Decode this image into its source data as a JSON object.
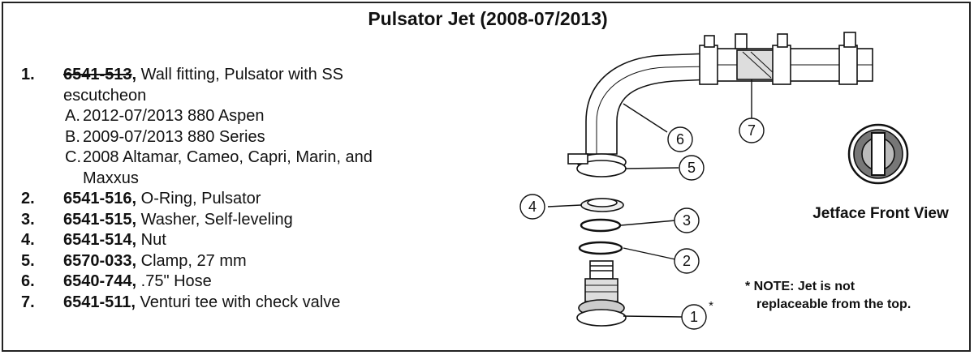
{
  "title": "Pulsator Jet (2008-07/2013)",
  "parts": [
    {
      "num": "1.",
      "pn": "6541-513",
      "pn_struck": true,
      "sep": ",",
      "desc": " Wall fitting, Pulsator with SS escutcheon",
      "subs": [
        {
          "letter": "A.",
          "text": "2012-07/2013 880 Aspen"
        },
        {
          "letter": "B.",
          "text": "2009-07/2013 880 Series"
        },
        {
          "letter": "C.",
          "text": "2008 Altamar, Cameo, Capri, Marin, and Maxxus"
        }
      ]
    },
    {
      "num": "2.",
      "pn": "6541-516,",
      "desc": " O-Ring, Pulsator"
    },
    {
      "num": "3.",
      "pn": "6541-515,",
      "desc": " Washer, Self-leveling"
    },
    {
      "num": "4.",
      "pn": "6541-514,",
      "desc": " Nut"
    },
    {
      "num": "5.",
      "pn": "6570-033,",
      "desc": " Clamp, 27 mm"
    },
    {
      "num": "6.",
      "pn": "6540-744,",
      "desc": " .75\" Hose"
    },
    {
      "num": "7.",
      "pn": "6541-511,",
      "desc": " Venturi tee with check valve"
    }
  ],
  "callouts": [
    "1",
    "2",
    "3",
    "4",
    "5",
    "6",
    "7"
  ],
  "asterisk": "*",
  "jetface_label": "Jetface Front View",
  "note_line1": "* NOTE: Jet is not",
  "note_line2": "replaceable from the top."
}
